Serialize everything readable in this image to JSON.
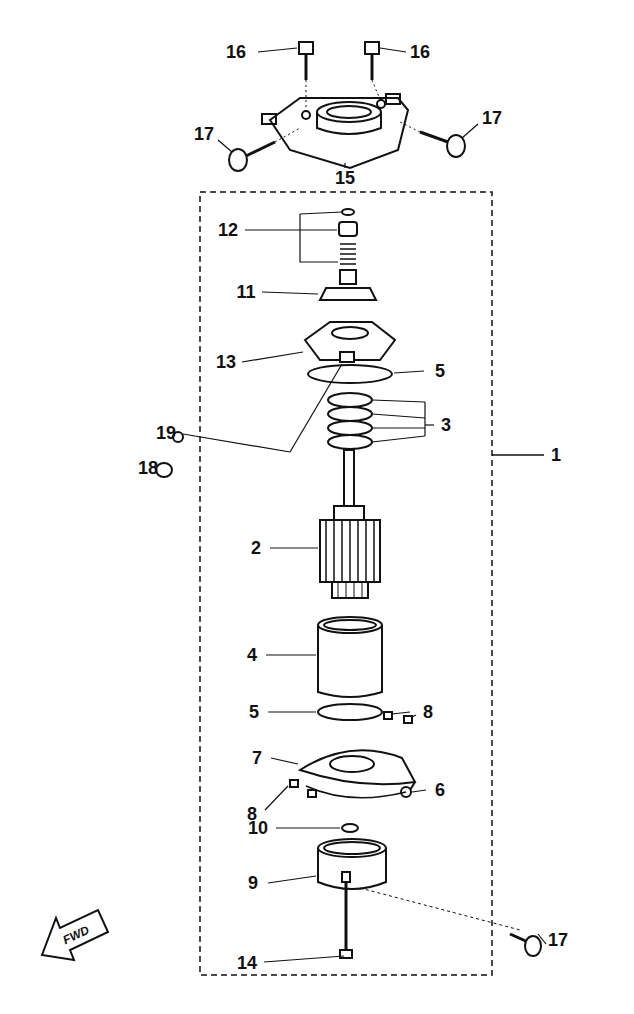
{
  "diagram": {
    "labels": [
      "16",
      "16",
      "17",
      "17",
      "15",
      "12",
      "11",
      "13",
      "5",
      "19",
      "18",
      "3",
      "1",
      "2",
      "4",
      "5",
      "8",
      "7",
      "8",
      "6",
      "10",
      "9",
      "14",
      "17",
      "FWD"
    ]
  }
}
